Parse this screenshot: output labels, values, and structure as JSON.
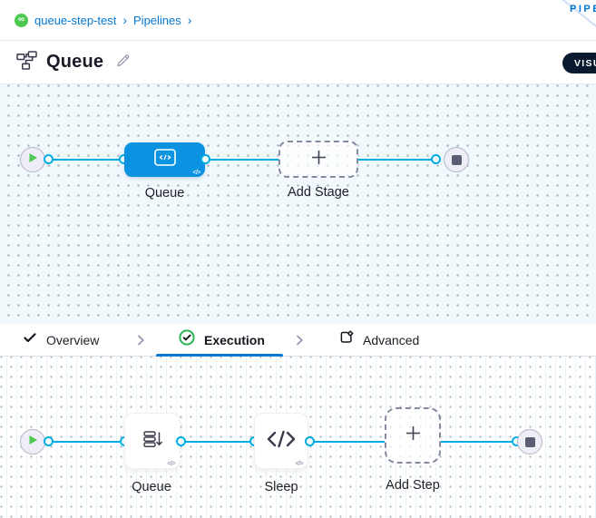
{
  "colors": {
    "accent_blue": "#0278d5",
    "stage_blue": "#0b92e1",
    "wire_cyan": "#00ade4",
    "harness_green": "#4dc952",
    "check_green": "#2bb656",
    "dark_navy_pill": "#0a1b30",
    "text_dark": "#1c1c28",
    "canvas_blue_bg": "#f2f9fd"
  },
  "breadcrumb": {
    "module_icon": "harness-module-icon",
    "module_glyph": "∞",
    "project": "queue-step-test",
    "separator1": "›",
    "pipelines": "Pipelines",
    "separator2": "›"
  },
  "ribbon": {
    "label": "PIPE"
  },
  "header": {
    "title_icon": "pipeline-icon",
    "title": "Queue",
    "edit_icon": "pencil-icon",
    "visual_toggle": "VISU"
  },
  "code_badge": "</>",
  "stage_canvas": {
    "start_icon": "play-icon",
    "end_icon": "stop-icon",
    "stage": {
      "label": "Queue",
      "icon": "ci-stage-icon"
    },
    "add_stage": {
      "label": "Add Stage",
      "icon": "plus-icon"
    }
  },
  "tabs": [
    {
      "label": "Overview",
      "icon": "check-icon",
      "state": "completed"
    },
    {
      "label": "Execution",
      "icon": "check-circle-icon",
      "state": "active"
    },
    {
      "label": "Advanced",
      "icon": "advanced-gear-icon",
      "state": "default"
    }
  ],
  "step_canvas": {
    "start_icon": "play-icon",
    "end_icon": "stop-icon",
    "queue_step": {
      "label": "Queue",
      "icon": "queue-icon"
    },
    "sleep_step": {
      "label": "Sleep",
      "icon": "code-icon"
    },
    "add_step": {
      "label": "Add Step",
      "icon": "plus-icon"
    }
  }
}
